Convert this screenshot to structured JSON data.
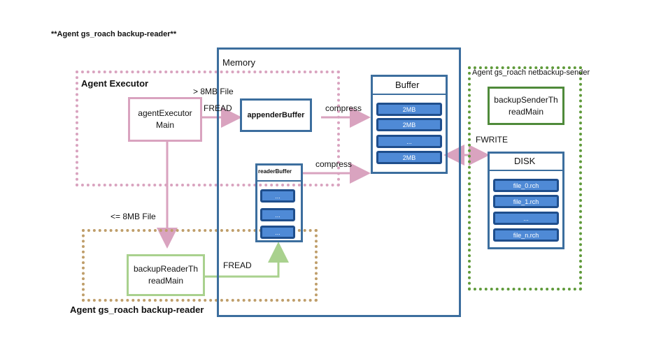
{
  "top_caption": "**Agent gs_roach backup-reader**",
  "agent_executor": {
    "title": "Agent Executor",
    "main": "agentExecutor\nMain"
  },
  "memory": {
    "title": "Memory",
    "appender_buffer": "appenderBuffer",
    "reader_buffer": {
      "title": "readerBuffer",
      "cells": [
        "...",
        "...",
        "..."
      ]
    }
  },
  "buffer": {
    "title": "Buffer",
    "cells": [
      "2MB",
      "2MB",
      "...",
      "2MB"
    ]
  },
  "sender": {
    "title": "Agent gs_roach netbackup-sender",
    "thread": "backupSenderTh\nreadMain",
    "disk": {
      "title": "DISK",
      "cells": [
        "file_0.rch",
        "file_1.rch",
        "...",
        "file_n.rch"
      ]
    }
  },
  "reader": {
    "title": "Agent gs_roach backup-reader",
    "thread": "backupReaderTh\nreadMain"
  },
  "labels": {
    "gt_8mb": "> 8MB File",
    "fread_top": "FREAD",
    "compress_top": "compress",
    "compress_bottom": "compress",
    "le_8mb": "<= 8MB File",
    "fread_bottom": "FREAD",
    "fwrite": "FWRITE"
  },
  "colors": {
    "memory_blue": "#3c6e9e",
    "cell_blue": "#4f8ad6",
    "pink": "#d9a3bf",
    "tan": "#bf9e6a",
    "green_dotted": "#5f9a3a",
    "green_box": "#4f8a3a",
    "light_green": "#a9d18e"
  }
}
